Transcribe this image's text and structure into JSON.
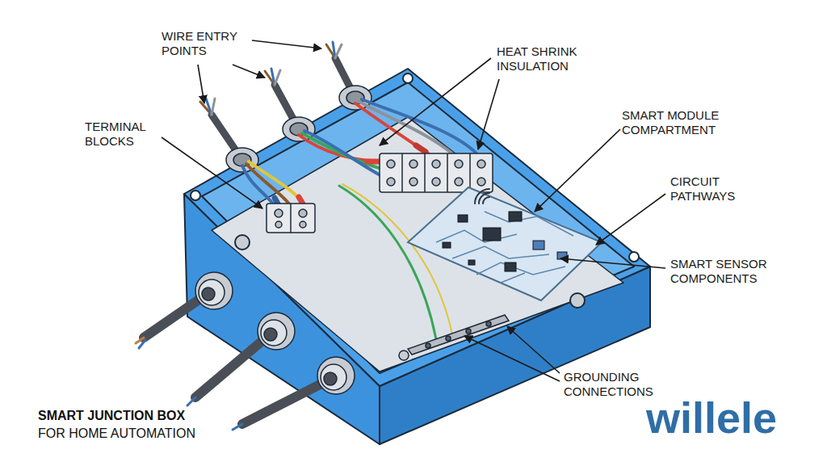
{
  "diagram": {
    "title": "SMART JUNCTION BOX",
    "caption": "FOR HOME AUTOMATION",
    "labels": [
      "WIRE ENTRY POINTS",
      "HEAT SHRINK INSULATION",
      "TERMINAL BLOCKS",
      "SMART MODULE COMPARTMENT",
      "CIRCUIT PATHWAYS",
      "SMART SENSOR COMPONENTS",
      "GROUNDING CONNECTIONS",
      "willele"
    ]
  }
}
